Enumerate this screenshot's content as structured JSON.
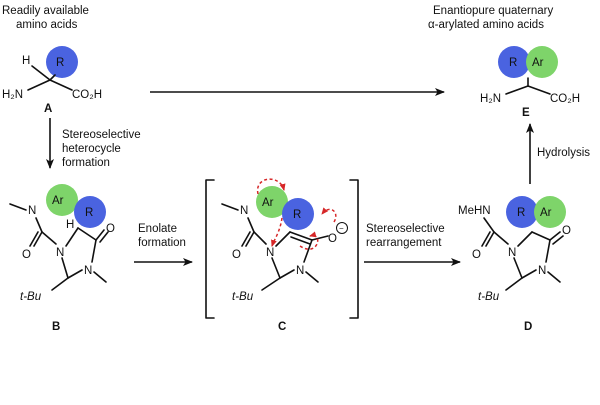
{
  "captions": {
    "start_line1": "Readily available",
    "start_line2": "amino acids",
    "product_line1": "Enantiopure quaternary",
    "product_line2": "α-arylated amino acids",
    "step1_line1": "Stereoselective",
    "step1_line2": "heterocycle",
    "step1_line3": "formation",
    "step2_line1": "Enolate",
    "step2_line2": "formation",
    "step3_line1": "Stereoselective",
    "step3_line2": "rearrangement",
    "step4": "Hydrolysis"
  },
  "compounds": {
    "A": "A",
    "B": "B",
    "C": "C",
    "D": "D",
    "E": "E"
  },
  "groups": {
    "R": "R",
    "Ar": "Ar",
    "H": "H",
    "H2N": "H₂N",
    "CO2H": "CO₂H",
    "N": "N",
    "O": "O",
    "tBu": "t-Bu",
    "MeHN": "MeHN",
    "minus": "−"
  },
  "colors": {
    "R_group": "#4a63e0",
    "Ar_group": "#7ed46a",
    "electron_arrow": "#d62728"
  }
}
